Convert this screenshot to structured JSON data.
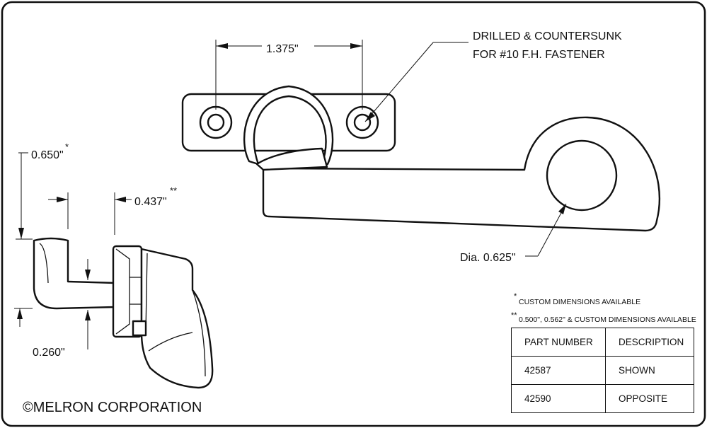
{
  "drawing": {
    "copyright": "©MELRON CORPORATION",
    "dimensions": {
      "hole_spacing": "1.375\"",
      "height_offset": "0.650\"",
      "height_offset_mark": "*",
      "thickness": "0.437\"",
      "thickness_mark": "**",
      "bar_thickness": "0.260\"",
      "diameter": "Dia. 0.625\""
    },
    "callout": {
      "line1": "DRILLED & COUNTERSUNK",
      "line2": "FOR #10 F.H. FASTENER"
    },
    "notes": {
      "note1_mark": "*",
      "note1": "CUSTOM DIMENSIONS AVAILABLE",
      "note2_mark": "**",
      "note2": "0.500\", 0.562\" & CUSTOM DIMENSIONS AVAILABLE"
    }
  },
  "parts_table": {
    "headers": [
      "PART NUMBER",
      "DESCRIPTION"
    ],
    "rows": [
      [
        "42587",
        "SHOWN"
      ],
      [
        "42590",
        "OPPOSITE"
      ]
    ]
  }
}
